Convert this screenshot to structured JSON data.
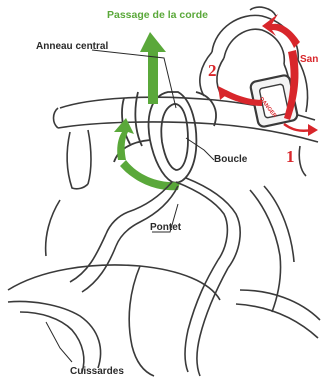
{
  "labels": {
    "passage": "Passage de la corde",
    "anneau": "Anneau central",
    "sangle": "San",
    "boucle": "Boucle",
    "pontet": "Pontet",
    "cuissardes": "Cuissardes",
    "step1": "1",
    "step2": "2",
    "buckle_text": "DANGER"
  },
  "colors": {
    "green_arrow": "#5aa83a",
    "red_arrow": "#d8262b",
    "line": "#3a3a3a"
  }
}
